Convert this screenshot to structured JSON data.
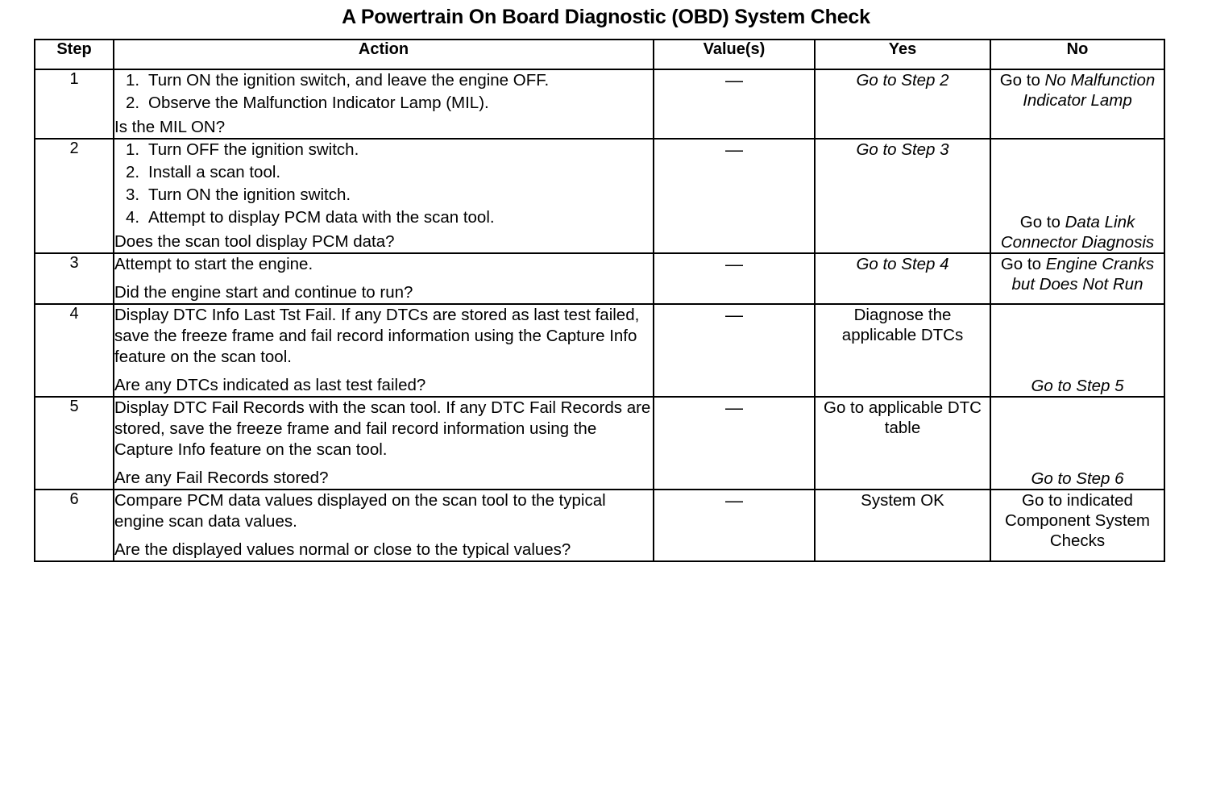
{
  "document": {
    "title": "A Powertrain On Board Diagnostic (OBD) System Check"
  },
  "table": {
    "headers": {
      "step": "Step",
      "action": "Action",
      "value": "Value(s)",
      "yes": "Yes",
      "no": "No"
    },
    "value_dash": "—",
    "rows": [
      {
        "step": "1",
        "action_type": "list",
        "action_items": [
          {
            "num": "1.",
            "text": "Turn ON the ignition switch, and leave the engine OFF."
          },
          {
            "num": "2.",
            "text": "Observe the Malfunction Indicator Lamp (MIL)."
          }
        ],
        "action_question": "Is the MIL ON?",
        "value": "—",
        "yes_plain": "",
        "yes_italic": "Go to Step 2",
        "no_plain": "Go to ",
        "no_italic": "No Malfunction Indicator Lamp",
        "no_align": "middle"
      },
      {
        "step": "2",
        "action_type": "list",
        "action_items": [
          {
            "num": "1.",
            "text": "Turn OFF the ignition switch."
          },
          {
            "num": "2.",
            "text": "Install a scan tool."
          },
          {
            "num": "3.",
            "text": "Turn ON the ignition switch."
          },
          {
            "num": "4.",
            "text": "Attempt to display PCM data with the scan tool."
          }
        ],
        "action_question": "Does the scan tool display PCM data?",
        "value": "—",
        "yes_plain": "",
        "yes_italic": "Go to Step 3",
        "no_plain": "Go to ",
        "no_italic": "Data Link Connector Diagnosis",
        "no_align": "bottom"
      },
      {
        "step": "3",
        "action_type": "paras",
        "action_paras": [
          "Attempt to start the engine."
        ],
        "action_question": "Did the engine start and continue to run?",
        "value": "—",
        "yes_plain": "",
        "yes_italic": "Go to Step 4",
        "no_plain": "Go to ",
        "no_italic": "Engine Cranks but Does Not Run",
        "no_align": "middle"
      },
      {
        "step": "4",
        "action_type": "paras",
        "action_paras": [
          "Display DTC Info Last Tst Fail. If any DTCs are stored as last test failed, save the freeze frame and fail record information using the Capture Info feature on the scan tool."
        ],
        "action_question": "Are any DTCs indicated as last test failed?",
        "value": "—",
        "yes_plain": "Diagnose the applicable DTCs",
        "yes_italic": "",
        "no_plain": "",
        "no_italic": "Go to Step 5",
        "no_align": "bottom"
      },
      {
        "step": "5",
        "action_type": "paras",
        "action_paras": [
          "Display DTC Fail Records with the scan tool. If any DTC Fail Records are stored, save the freeze frame and fail record information using the Capture Info feature on the scan tool."
        ],
        "action_question": "Are any Fail Records stored?",
        "value": "—",
        "yes_plain": "Go to applicable DTC table",
        "yes_italic": "",
        "no_plain": "",
        "no_italic": "Go to Step 6",
        "no_align": "bottom"
      },
      {
        "step": "6",
        "action_type": "paras",
        "action_paras": [
          "Compare PCM data values displayed on the scan tool to the typical engine scan data values."
        ],
        "action_question": "Are the displayed values normal or close to the typical values?",
        "value": "—",
        "yes_plain": "System OK",
        "yes_italic": "",
        "no_plain": "Go to indicated Component System Checks",
        "no_italic": "",
        "no_align": "middle"
      }
    ]
  }
}
